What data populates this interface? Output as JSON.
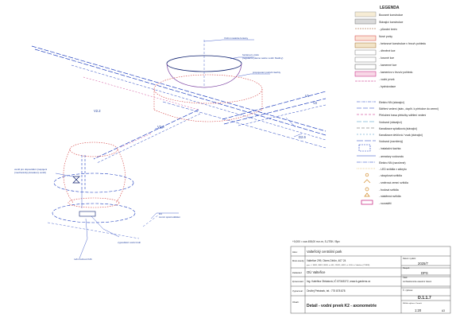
{
  "drawing": {
    "labels": {
      "upper_bowl": "Vrchní nádoba fontány",
      "grate_outlet": "fontánový výtok",
      "grate_outlet_sub": "(regulační pásmo sekce vodní hladiny)",
      "connection_shaft": "propojovací potrubí šachty",
      "flow_regulator": "ventil pro dopouštění (napojení",
      "flow_regulator_sub": "(mechanický plovákový ventil)",
      "water_tank": "ruční kohout K2b",
      "drain_pipe": "vypouštěcí vodní kruh",
      "drain_pipe_label_d4_a": "D4",
      "drain_pipe_label_d4_b": "zemní spád oddělen",
      "level_zero": "+0,000 = cca 408,00 m.n.m, S-JTSK / Bpv",
      "v1": "V1",
      "v2": "V2",
      "v2_2": "V2.2",
      "v2_3": "V2.3",
      "d2_6": "D2.6"
    }
  },
  "legend": {
    "title": "LEGENDA",
    "items": [
      "Bourané konstrukce",
      "Stávající konstrukce",
      "- původní terén",
      "Nové prvky",
      "- betonové konstrukce v řezu/v pohledu",
      "- dřevěné kce",
      "- kovové kce",
      "- kamenné kce",
      "- kamenivo v řezu/v pohledu",
      "- vodní prvek",
      "- hydroizolace",
      "Elektro NN (stávající)",
      "Sdělení vedení (stáv., doplň. k přeložce do zemní)",
      "Přeložení trasa přeložky sdělení vedení",
      "Vodovod (stávající)",
      "Kanalizace splašková (stávající)",
      "Kanalizace dešťová / vsak (stávající)",
      "Vodovod (navržený)",
      "- instalační šachta",
      "- armatury vodovodu",
      "Elektro NN (navržené)",
      "- LED svítidla v zákrytu",
      "- sloupková svítidla",
      "- směrová zemní svítidla",
      "- bodová svítidla",
      "- nástěnná svítidla",
      "- rozvaděč"
    ]
  },
  "title_block": {
    "project_label": "Akce:",
    "project": "Valteřický centrální park",
    "location_label": "Místo stavby:",
    "location": "Valteřice 299, Okres Děčín, 407 24",
    "location_parcels": "parc. č. 383/1, 383/2, 383/3, st. 451, 226/21, 463/2, st. 453 k.ú. Valteřice (774928)",
    "client_label": "Zadavatel:",
    "client": "OÚ Valteřice",
    "designer_label": "Zpracovatel:",
    "designer": "Ing. Kateřina Obšatová, IČ 87343372, www.k-gardens.cz",
    "drawn_label": "Vypracoval:",
    "drawn": "Ondřej Petrásek, tel.: 775 878 878",
    "drawing_label": "Obsah:",
    "drawing_title": "Detail - vodní prvek K2 - axonometrie",
    "date_label": "Datum vydání:",
    "date": "2025/7",
    "stage_label": "Stupeň:",
    "stage": "DPS",
    "part_label": "Část:",
    "part": "Architektonicko-stavební řešení",
    "number_label": "Č. výkresu:",
    "number": "D.1.1.7",
    "scale_label": "Měřítko výkresu / formát:",
    "scale": "1:20",
    "format": "A3"
  },
  "colors": {
    "blue": "#1f3fbf",
    "dark_blue": "#0d1f6e",
    "red": "#d23a3a",
    "magenta": "#c2187a",
    "teal": "#3a8fbf",
    "purple": "#7a3fa0"
  }
}
